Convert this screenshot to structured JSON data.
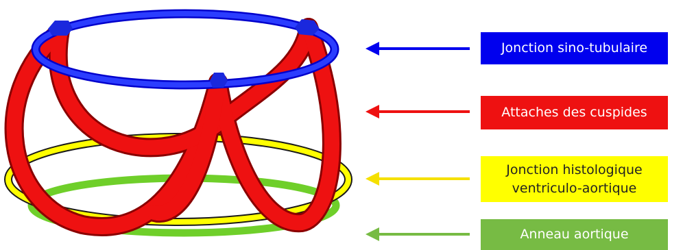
{
  "labels": {
    "sino_tubular": "Jonction sino-tubulaire",
    "cusp_attachments": "Attaches des cuspides",
    "histologic_line1": "Jonction histologique",
    "histologic_line2": "ventriculo-aortique",
    "annulus": "Anneau aortique"
  },
  "colors": {
    "sino_tubular": "#0000ee",
    "cusp_attachments": "#ee1111",
    "histologic_junction": "#ffff00",
    "annulus": "#77bb44"
  }
}
